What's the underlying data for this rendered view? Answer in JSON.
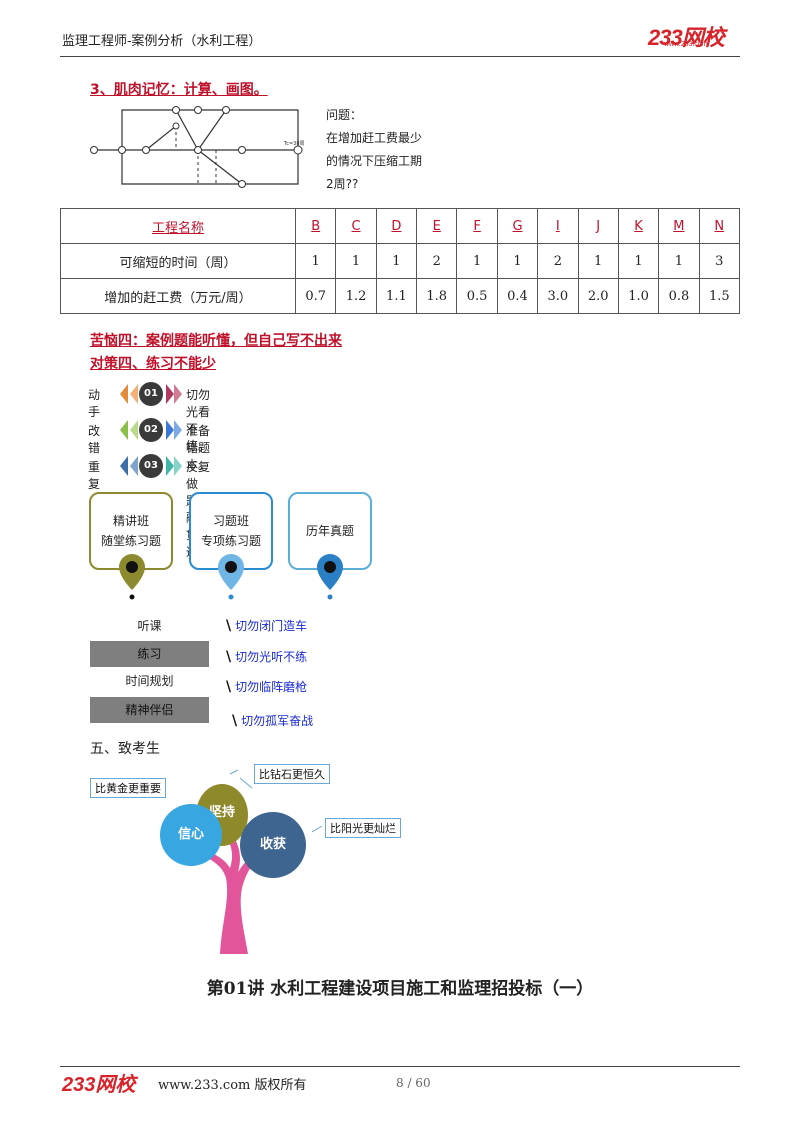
{
  "header": {
    "title": "监理工程师-案例分析（水利工程）",
    "logo_main": "233网校",
    "logo_sub": "www.233.com"
  },
  "section3": {
    "heading": "3、肌肉记忆：计算、画图。",
    "question": [
      "问题：",
      "在增加赶工费最少",
      "的情况下压缩工期",
      "2周??"
    ],
    "network_tc": "Tc=38周"
  },
  "table": {
    "header_label": "工程名称",
    "columns": [
      "B",
      "C",
      "D",
      "E",
      "F",
      "G",
      "I",
      "J",
      "K",
      "M",
      "N"
    ],
    "rows": [
      {
        "label": "可缩短的时间（周）",
        "values": [
          "1",
          "1",
          "1",
          "2",
          "1",
          "1",
          "2",
          "1",
          "1",
          "1",
          "3"
        ]
      },
      {
        "label": "增加的赶工费（万元/周）",
        "values": [
          "0.7",
          "1.2",
          "1.1",
          "1.8",
          "0.5",
          "0.4",
          "3.0",
          "2.0",
          "1.0",
          "0.8",
          "1.5"
        ]
      }
    ]
  },
  "trouble": {
    "line1": "苦恼四：案例题能听懂，但自己写不出来",
    "line2": "对策四、练习不能少"
  },
  "steps": [
    {
      "label": "动手",
      "num": "01",
      "text": "切勿光看不练。",
      "color": "#b23a5c"
    },
    {
      "label": "改错",
      "num": "02",
      "text": "准备错题本。",
      "color": "#3c78d8"
    },
    {
      "label": "重复",
      "num": "03",
      "text": "反复做题，融会贯通。",
      "color": "#3fb6a8"
    }
  ],
  "cards": [
    {
      "line1": "精讲班",
      "line2": "随堂练习题",
      "color": "#8b8a2e"
    },
    {
      "line1": "习题班",
      "line2": "专项练习题",
      "color": "#2b8bd1"
    },
    {
      "line1": "历年真题",
      "line2": "",
      "color": "#5aaed8"
    }
  ],
  "study": {
    "rows": [
      "听课",
      "练习",
      "时间规划",
      "精神伴侣"
    ],
    "items": [
      "切勿闭门造车",
      "切勿光听不练",
      "切勿临阵磨枪",
      "切勿孤军奋战"
    ]
  },
  "section5": {
    "heading": "五、致考生",
    "bubbles": [
      "信心",
      "坚持",
      "收获"
    ],
    "callouts": [
      "比黄金更重要",
      "比钻石更恒久",
      "比阳光更灿烂"
    ],
    "colors": {
      "xinxin": "#38a6e0",
      "jianchi": "#8e8a2c",
      "shouhuo": "#3d6590",
      "tree": "#e2559a"
    }
  },
  "lecture": "第01讲  水利工程建设项目施工和监理招投标（一）",
  "footer": {
    "logo": "233网校",
    "site": "www.233.com 版权所有",
    "page": "8 / 60"
  }
}
